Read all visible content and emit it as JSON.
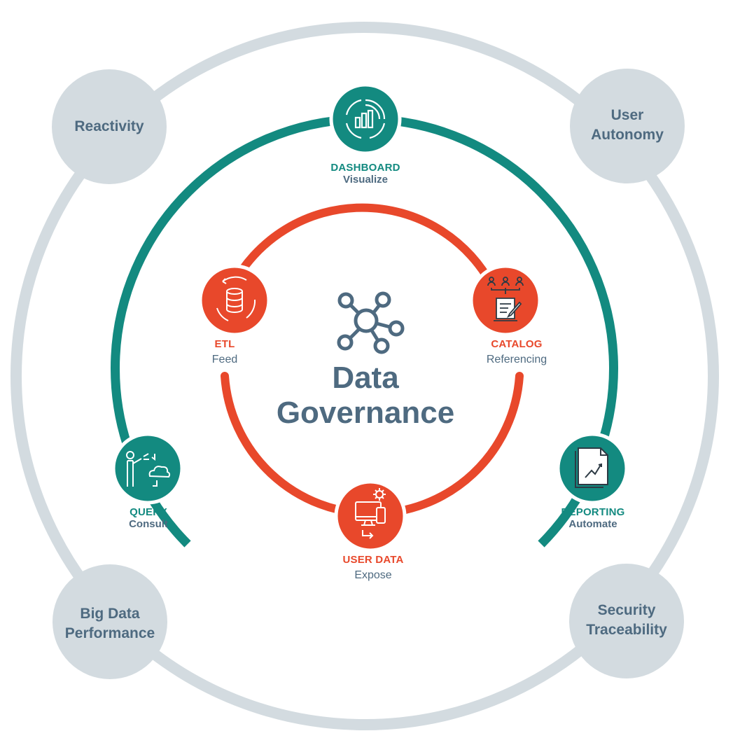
{
  "colors": {
    "outer_ring": "#d3dbe0",
    "outer_bubble": "#d3dbe0",
    "teal": "#138a80",
    "red": "#e8482b",
    "slate": "#4e6a80",
    "white": "#ffffff"
  },
  "center": {
    "icon": "network-hub-icon",
    "title_line1": "Data",
    "title_line2": "Governance"
  },
  "outer_bubbles": [
    {
      "line1": "Reactivity",
      "line2": ""
    },
    {
      "line1": "User",
      "line2": "Autonomy"
    },
    {
      "line1": "Big Data",
      "line2": "Performance"
    },
    {
      "line1": "Security",
      "line2": "Traceability"
    }
  ],
  "teal_nodes": {
    "dashboard": {
      "title": "DASHBOARD",
      "subtitle": "Visualize",
      "icon": "dashboard-chart-icon"
    },
    "query": {
      "title": "QUERY",
      "subtitle": "Consult",
      "icon": "person-cloud-icon"
    },
    "reporting": {
      "title": "REPORTING",
      "subtitle": "Automate",
      "icon": "report-chart-icon"
    }
  },
  "red_nodes": {
    "etl": {
      "title": "ETL",
      "subtitle": "Feed",
      "icon": "database-cycle-icon"
    },
    "catalog": {
      "title": "CATALOG",
      "subtitle": "Referencing",
      "icon": "catalog-document-icon"
    },
    "user_data": {
      "title": "USER DATA",
      "subtitle": "Expose",
      "icon": "devices-gear-icon"
    }
  }
}
